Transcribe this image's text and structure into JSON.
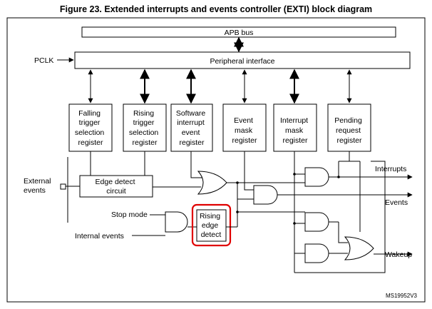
{
  "figure": {
    "title": "Figure 23. Extended interrupts and events controller (EXTI) block diagram",
    "id_code": "MS19952V3"
  },
  "blocks": {
    "apb_bus": "APB bus",
    "peripheral_interface": "Peripheral interface",
    "falling_trigger": [
      "Falling",
      "trigger",
      "selection",
      "register"
    ],
    "rising_trigger": [
      "Rising",
      "trigger",
      "selection",
      "register"
    ],
    "software_interrupt": [
      "Software",
      "interrupt",
      "event",
      "register"
    ],
    "event_mask": [
      "Event",
      "mask",
      "register"
    ],
    "interrupt_mask": [
      "Interrupt",
      "mask",
      "register"
    ],
    "pending_request": [
      "Pending",
      "request",
      "register"
    ],
    "edge_detect": [
      "Edge detect",
      "circuit"
    ],
    "rising_edge_detect": [
      "Rising",
      "edge",
      "detect"
    ]
  },
  "signals": {
    "pclk": "PCLK",
    "external_events": [
      "External",
      "events"
    ],
    "stop_mode": "Stop mode",
    "internal_events": "Internal events",
    "interrupts": "Interrupts",
    "events": "Events",
    "wakeup": "Wakeup"
  },
  "highlight_color": "#e00000"
}
